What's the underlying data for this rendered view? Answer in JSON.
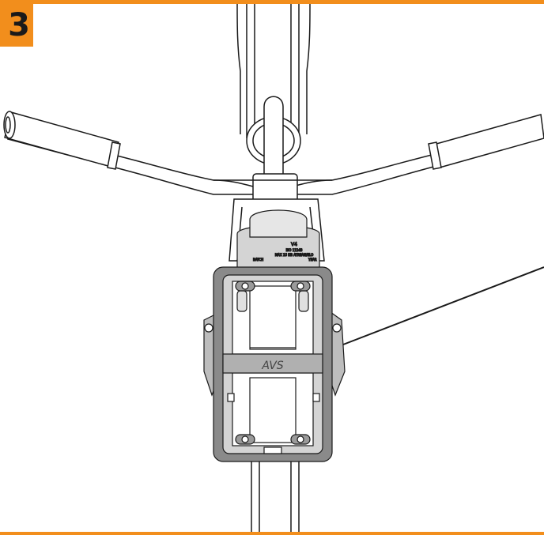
{
  "step": {
    "number": "3"
  },
  "mount": {
    "model_label": "V4",
    "standard_label": "ISO 11243",
    "capacity_label": "MAX 15 KG  ATREAN/ELO",
    "batch_label": "BATCH",
    "year_label": "YEAR",
    "logo_text": "AVS"
  },
  "colors": {
    "accent": "#f28e1c",
    "line": "#1a1a1a",
    "metal_dark": "#8a8a8a",
    "metal_light": "#d4d4d4"
  }
}
